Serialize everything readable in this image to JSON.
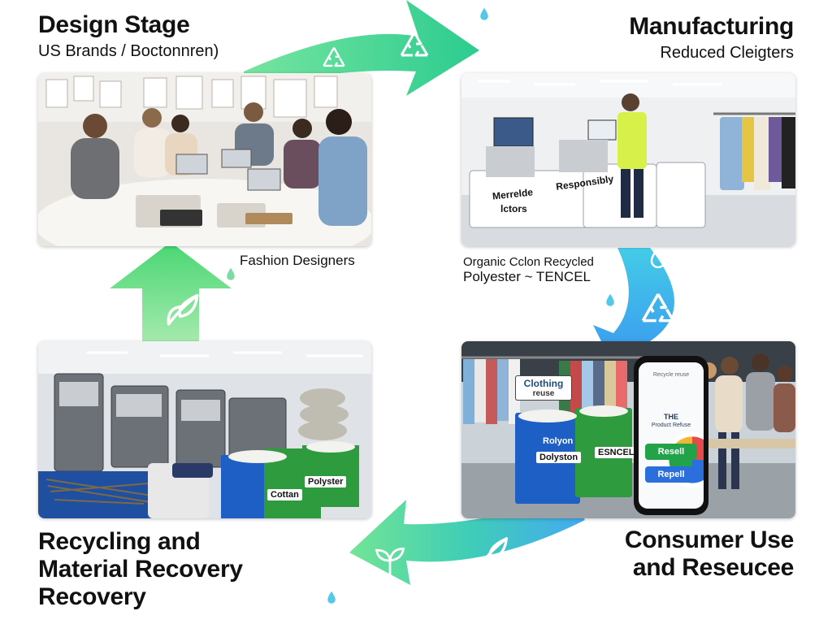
{
  "colors": {
    "arrow_green": "#3ddc7a",
    "arrow_teal": "#2fd6c8",
    "arrow_blue": "#3aa6f0",
    "resell_green": "#22a34a",
    "repell_blue": "#2a6fdb",
    "bin_blue": "#1d5fc4",
    "bin_green": "#2e9b3f"
  },
  "icons": [
    "recycle-icon",
    "leaf-icon",
    "sprout-icon",
    "water-drop-icon"
  ],
  "stages": {
    "design": {
      "title": "Design Stage",
      "subtitle": "US Brands / Boctonnren)",
      "caption": "Fashion Designers"
    },
    "manufacturing": {
      "title": "Manufacturing",
      "subtitle": "Reduced Cleigters",
      "materials_line1": "Organic Cclon Recycled",
      "materials_line2": "Polyester ~ TENCEL",
      "photo_label_1": "Merrelde",
      "photo_label_2": "Responsibly",
      "photo_label_3": "lctors"
    },
    "recycling": {
      "title_line1": "Recycling and",
      "title_line2": "Material Recovery",
      "title_line3": "Recovery",
      "bin_label_1": "Cottan",
      "bin_label_2": "Polyster"
    },
    "consumer": {
      "title_line1": "Consumer Use",
      "title_line2": "and Reseucee",
      "sign_line1": "Clothing",
      "sign_line2": "reuse"
    }
  },
  "consumer_photo": {
    "bin_label_1": "Rolyon",
    "bin_label_2": "Dolyston",
    "bin_label_3": "ESNCEL",
    "phone_header": "Recycle reuse",
    "phone_title": "THE",
    "phone_subtitle": "Product Refuse",
    "resell_button": "Resell",
    "repell_button": "Repell"
  }
}
